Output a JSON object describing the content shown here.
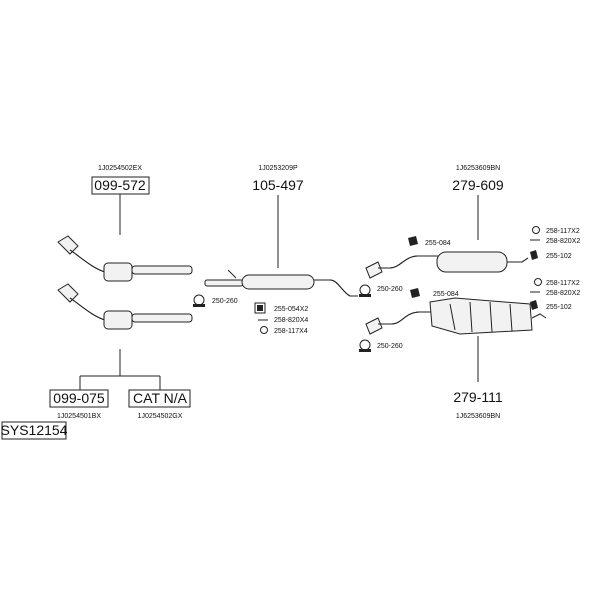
{
  "system_code": "SYS12154",
  "catalytic_group": {
    "top_part": {
      "code": "099-572",
      "oem": "1J0254502EX"
    },
    "bottom_left": {
      "code": "099-075",
      "oem": "1J0254501BX"
    },
    "bottom_right": {
      "code": "CAT N/A",
      "oem": "1J0254502GX"
    }
  },
  "middle_group": {
    "part": {
      "code": "105-497",
      "oem": "1J0253209P"
    },
    "callouts": {
      "clamp": "250-260",
      "hanger": "255-054X2",
      "bolt": "258-820X4",
      "nut": "258-117X4"
    }
  },
  "rear_group": {
    "top_part": {
      "code": "279-609",
      "oem": "1J6253609BN"
    },
    "bottom_part": {
      "code": "279-111",
      "oem": "1J6253609BN"
    },
    "top_callouts": {
      "hanger": "255-084",
      "clamp": "250-260",
      "nut": "258-117X2",
      "bolt": "258-820X2",
      "rubber": "255-102"
    },
    "bottom_callouts": {
      "hanger": "255-084",
      "clamp": "250-260",
      "nut": "258-117X2",
      "bolt": "258-820X2",
      "rubber": "255-102"
    }
  }
}
